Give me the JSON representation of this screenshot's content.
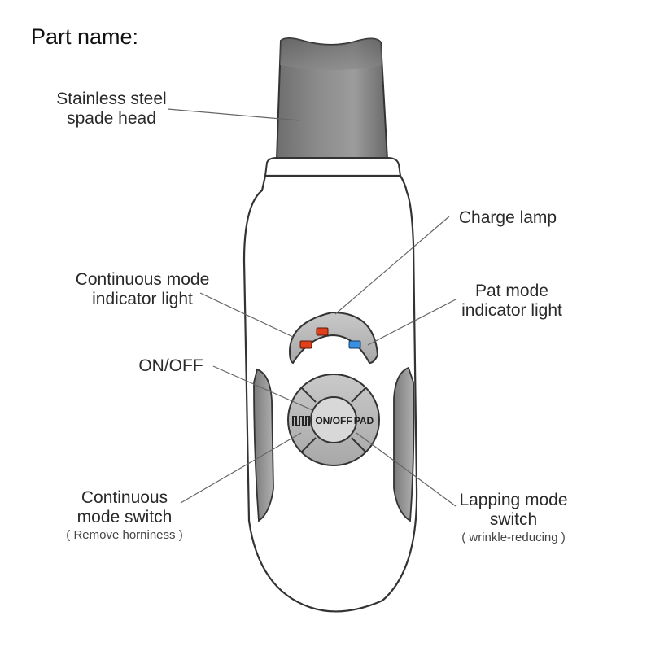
{
  "title": "Part name:",
  "labels": {
    "spade_head": [
      "Stainless steel",
      "spade head"
    ],
    "charge_lamp": "Charge lamp",
    "continuous_indicator": [
      "Continuous mode",
      "indicator light"
    ],
    "pat_indicator": [
      "Pat mode",
      "indicator light"
    ],
    "on_off": "ON/OFF",
    "continuous_switch": [
      "Continuous",
      "mode switch"
    ],
    "continuous_switch_note": "( Remove horniness )",
    "lapping_switch": [
      "Lapping mode",
      "switch"
    ],
    "lapping_switch_note": "( wrinkle-reducing )"
  },
  "device_buttons": {
    "center": "ON/OFF",
    "right": "PAD",
    "left_symbol": "square-wave-icon"
  },
  "colors": {
    "charge_lamp": "#e0401a",
    "continuous_light": "#e0401a",
    "pat_light": "#3a8fe0",
    "steel": "#7a7a7a"
  }
}
